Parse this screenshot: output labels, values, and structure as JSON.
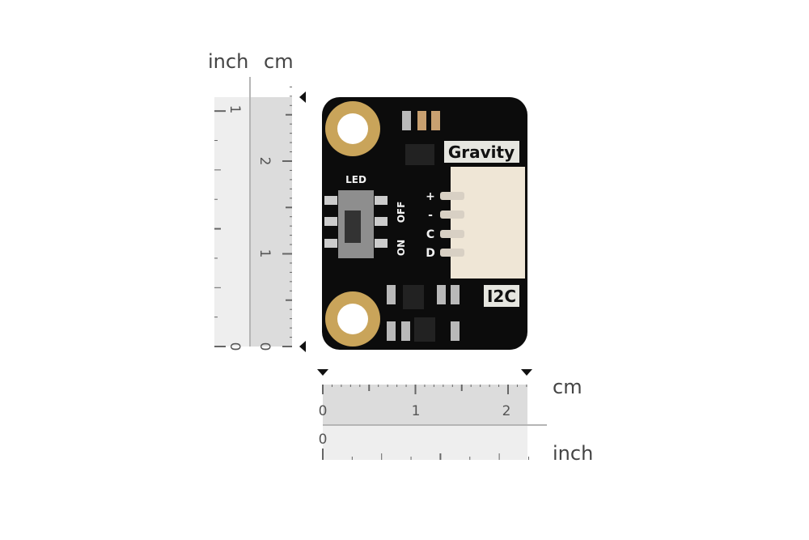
{
  "vertical_ruler": {
    "labels": {
      "inch": "inch",
      "cm": "cm"
    },
    "inch_numbers": [
      "0",
      "1"
    ],
    "cm_numbers": [
      "0",
      "1",
      "2"
    ]
  },
  "horizontal_ruler": {
    "labels": {
      "cm": "cm",
      "inch": "inch"
    },
    "cm_numbers": [
      "0",
      "1",
      "2"
    ],
    "inch_numbers": [
      "0"
    ]
  },
  "board": {
    "brand": "Gravity",
    "interface": "I2C",
    "switch_label": "LED",
    "switch_off": "OFF",
    "switch_on": "ON",
    "pins": [
      "+",
      "-",
      "C",
      "D"
    ]
  },
  "colors": {
    "pcb": "#0c0c0c",
    "connector": "#efe6d6",
    "gold": "#c9a45a"
  }
}
